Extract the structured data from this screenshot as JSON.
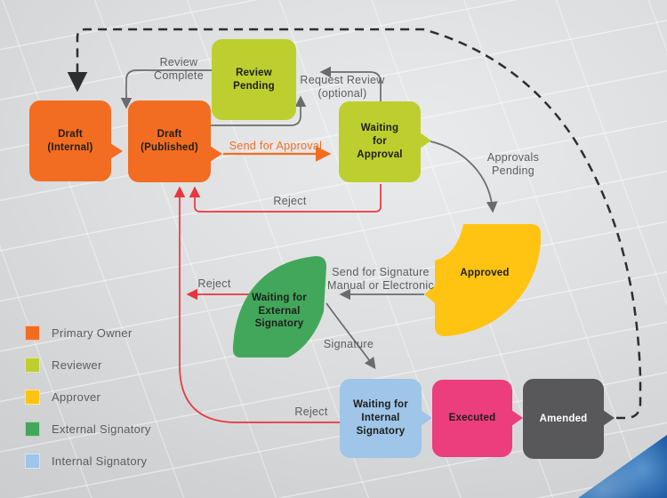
{
  "colors": {
    "primary_owner": "#F26D21",
    "reviewer": "#BDCF2F",
    "approver": "#FFC411",
    "external_signatory": "#43A75B",
    "internal_signatory": "#9FC5E8",
    "executed": "#EC3D7D",
    "amended": "#58585A",
    "connector": "#6A6B6E",
    "reject": "#E8363C",
    "send_approval": "#F26D21",
    "dashed_loop": "#2E2E2E"
  },
  "nodes": {
    "draft_internal": {
      "label": "Draft\n(Internal)"
    },
    "draft_published": {
      "label": "Draft\n(Published)"
    },
    "review_pending": {
      "label": "Review\nPending"
    },
    "waiting_approval": {
      "label": "Waiting\nfor\nApproval"
    },
    "approved": {
      "label": "Approved"
    },
    "waiting_external": {
      "label": "Waiting for\nExternal\nSignatory"
    },
    "waiting_internal": {
      "label": "Waiting for\nInternal\nSignatory"
    },
    "executed": {
      "label": "Executed"
    },
    "amended": {
      "label": "Amended"
    }
  },
  "edge_labels": {
    "review_complete": "Review\nComplete",
    "request_review": "Request Review\n(optional)",
    "send_for_approval": "Send for Approval",
    "reject_approval": "Reject",
    "approvals_pending": "Approvals\nPending",
    "send_for_signature": "Send for Signature\nManual or Electronic",
    "signature": "Signature",
    "reject_external": "Reject",
    "reject_internal": "Reject"
  },
  "legend": {
    "items": [
      {
        "label": "Primary Owner",
        "color": "#F26D21"
      },
      {
        "label": "Reviewer",
        "color": "#BDCF2F"
      },
      {
        "label": "Approver",
        "color": "#FFC411"
      },
      {
        "label": "External Signatory",
        "color": "#43A75B"
      },
      {
        "label": "Internal Signatory",
        "color": "#9FC5E8"
      }
    ]
  }
}
